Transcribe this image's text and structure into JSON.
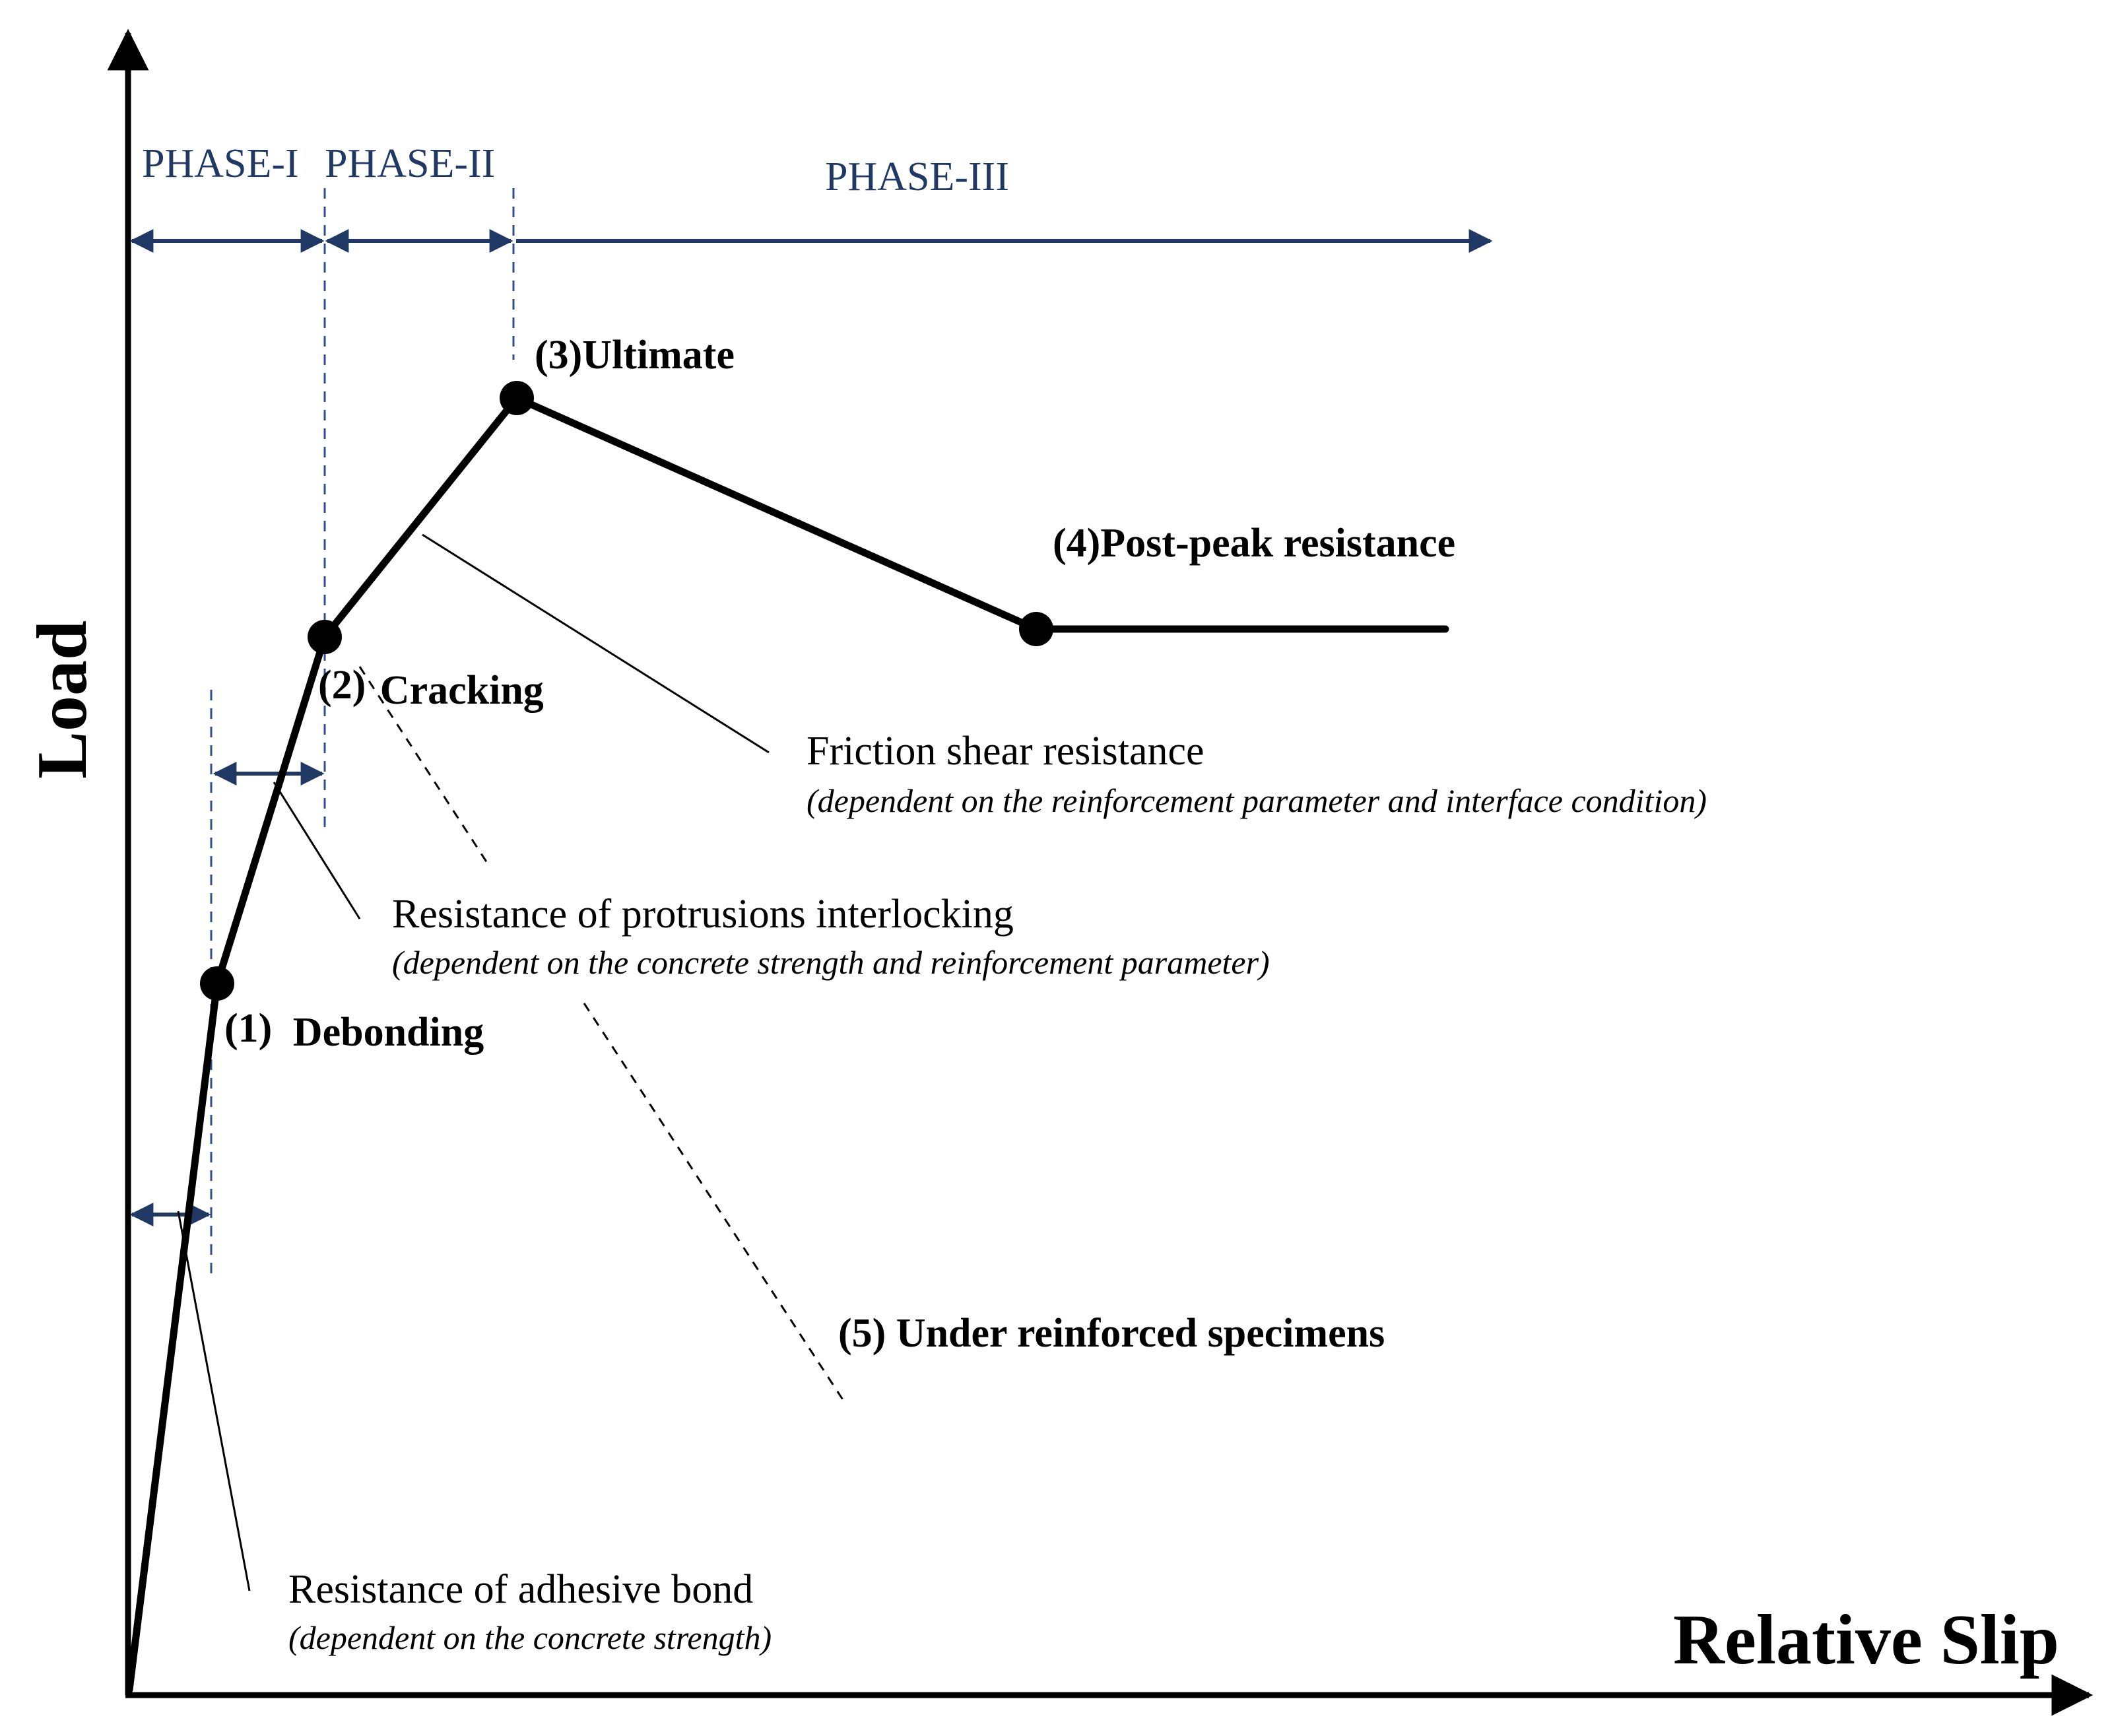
{
  "axes": {
    "y_label": "Load",
    "x_label": "Relative Slip"
  },
  "phases": [
    {
      "label": "PHASE-I"
    },
    {
      "label": "PHASE-II"
    },
    {
      "label": "PHASE-III"
    }
  ],
  "points": [
    {
      "label": "(1)",
      "name": "Debonding"
    },
    {
      "label": "(2)",
      "name": "Cracking"
    },
    {
      "label": "(3)Ultimate"
    },
    {
      "label": "(4)Post-peak resistance"
    },
    {
      "label": "(5) Under reinforced specimens"
    }
  ],
  "mechanisms": [
    {
      "title": "Resistance of adhesive bond",
      "note": "(dependent on the concrete strength)"
    },
    {
      "title": "Resistance of protrusions interlocking",
      "note": "(dependent on the concrete strength and reinforcement parameter)"
    },
    {
      "title": "Friction shear resistance",
      "note": "(dependent on the reinforcement parameter and interface condition)"
    }
  ],
  "colors": {
    "curve": "#000000",
    "phase_text": "#1f3864",
    "phase_arrows": "#1f3864",
    "dashed_guides": "#2f4f8f"
  }
}
